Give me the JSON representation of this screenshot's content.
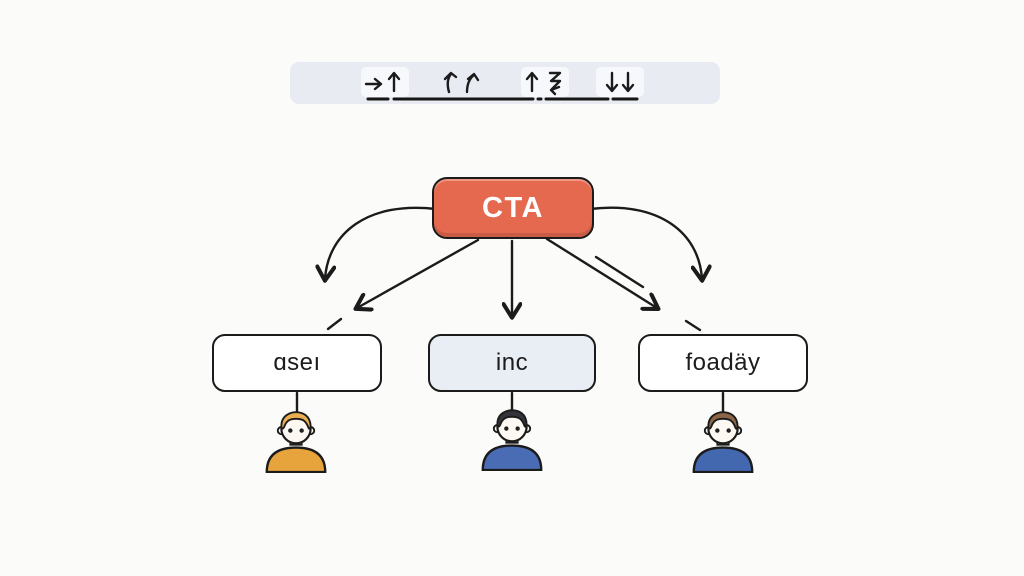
{
  "canvas": {
    "bg": "#fbfbfa"
  },
  "toolbar": {
    "bg": "#e8ebf2",
    "chip_bg": "#f7f8fb",
    "icon_color": "#1b1b1b",
    "icons": [
      {
        "name": "arrow-right-and-up-icon"
      },
      {
        "name": "two-bent-up-arrows-icon"
      },
      {
        "name": "up-and-zigzag-arrow-icon"
      },
      {
        "name": "two-down-arrows-icon"
      }
    ]
  },
  "diagram": {
    "arrow_color": "#1b1b1b",
    "cta": {
      "label": "CTA",
      "fill": "#e5694f",
      "border": "#1b1b1b",
      "text_color": "#ffffff"
    },
    "nodes": [
      {
        "id": "left",
        "label": "ɑseı",
        "fill": "#ffffff"
      },
      {
        "id": "center",
        "label": "inc",
        "fill": "#e9edf4"
      },
      {
        "id": "right",
        "label": "foadäy",
        "fill": "#ffffff"
      }
    ],
    "persons": [
      {
        "id": "left",
        "shirt": "#e7a43c",
        "hair": "#eaaf52"
      },
      {
        "id": "center",
        "shirt": "#4a6cb4",
        "hair": "#34353b"
      },
      {
        "id": "right",
        "shirt": "#4468b0",
        "hair": "#8b6547"
      }
    ]
  }
}
